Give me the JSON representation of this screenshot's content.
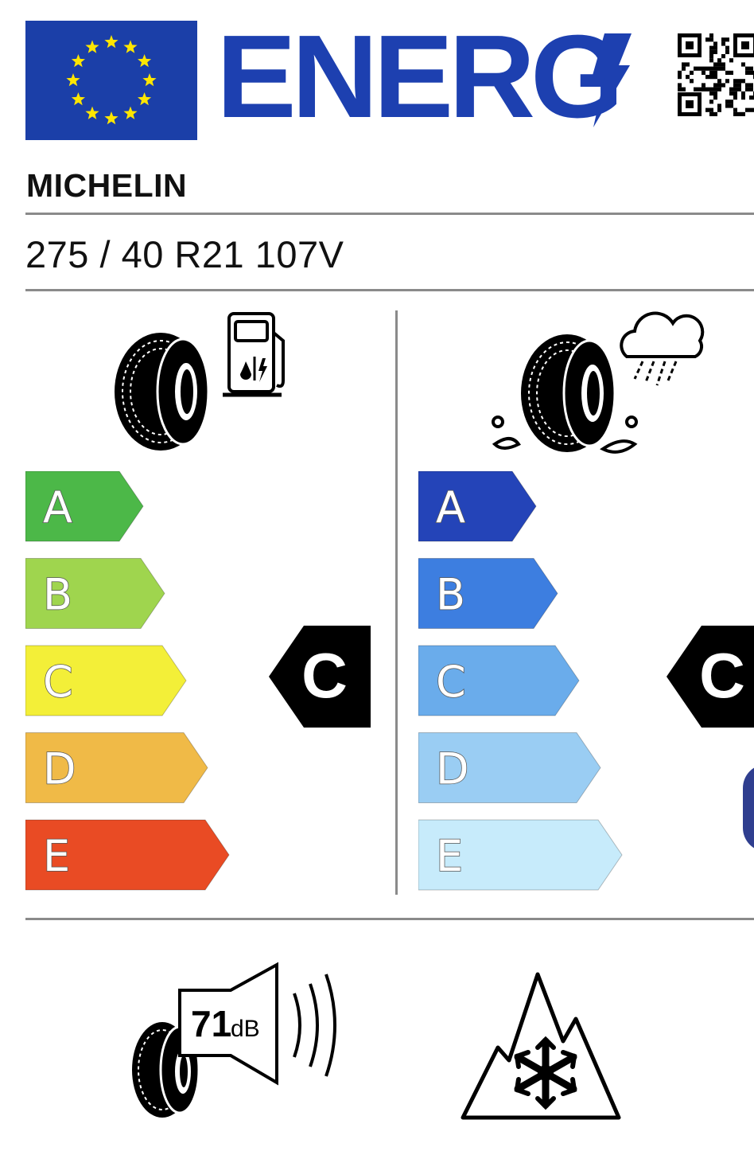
{
  "header": {
    "energy_word": "ENERG",
    "flag_color": "#1b3fa8",
    "star_color": "#ffe600",
    "icons": [
      "eu-flag-icon",
      "lightning-bolt-icon",
      "qr-code-icon"
    ]
  },
  "tyre": {
    "brand": "MICHELIN",
    "size": "275 / 40 R21 107V"
  },
  "fuel_efficiency": {
    "icons": [
      "tyre-icon",
      "fuel-pump-icon"
    ],
    "classes": [
      {
        "label": "A",
        "color": "#4cb848"
      },
      {
        "label": "B",
        "color": "#9fd54e"
      },
      {
        "label": "C",
        "color": "#f3ef38"
      },
      {
        "label": "D",
        "color": "#f0ba47"
      },
      {
        "label": "E",
        "color": "#e94b24"
      }
    ],
    "rating": "C"
  },
  "wet_grip": {
    "icons": [
      "tyre-icon",
      "rain-cloud-icon"
    ],
    "classes": [
      {
        "label": "A",
        "color": "#2444b8"
      },
      {
        "label": "B",
        "color": "#3d7ee0"
      },
      {
        "label": "C",
        "color": "#6aaceb"
      },
      {
        "label": "D",
        "color": "#9acdf3"
      },
      {
        "label": "E",
        "color": "#c7ebfb"
      }
    ],
    "rating": "C"
  },
  "noise": {
    "value": "71",
    "unit": "dB",
    "icons": [
      "tyre-icon",
      "speaker-icon",
      "sound-waves-icon"
    ]
  },
  "snow": {
    "icons": [
      "three-peak-mountain-snowflake-icon"
    ]
  }
}
